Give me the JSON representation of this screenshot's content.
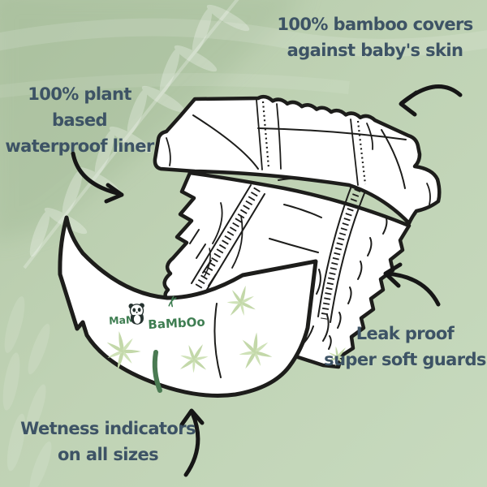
{
  "page": {
    "type": "product-infographic",
    "subject": "eco bamboo nappy features"
  },
  "brand": {
    "mama": "MaMa",
    "bamboo": "BaMbOo"
  },
  "annotations": {
    "bamboo_covers": {
      "line1": "100% bamboo covers",
      "line2": "against baby's skin"
    },
    "plant_liner": {
      "line1": "100% plant based",
      "line2": "waterproof liner"
    },
    "leak_proof": {
      "line1": "Leak proof",
      "line2": "super soft guards"
    },
    "wetness": {
      "line1": "Wetness indicators",
      "line2": "on all sizes"
    }
  },
  "colors": {
    "background_top_left": "#b4c8a8",
    "background_bottom_right": "#c7dabe",
    "annotation_text": "#3d5365",
    "ink_outline": "#1d1d1b",
    "diaper_fill": "#ffffff",
    "leaf_print": "#c3d8a9",
    "leaf_print_light": "#cfe2b8",
    "bamboo_stalk": "#4a7a52",
    "logo_green": "#3f7e52"
  },
  "icons": {
    "arrows": [
      "curved-arrow-icon",
      "curved-arrow-icon",
      "curved-arrow-icon",
      "curved-arrow-icon"
    ],
    "logo": "panda-icon",
    "print": "bamboo-leaf-cluster-icon",
    "watermark": "palm-frond-watermark"
  }
}
